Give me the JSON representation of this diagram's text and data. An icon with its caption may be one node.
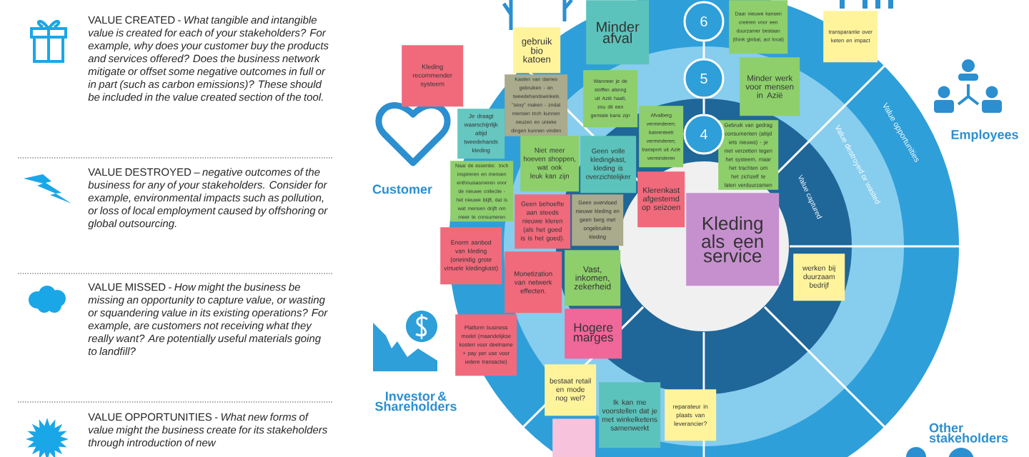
{
  "diagram": {
    "nodes": [
      {
        "text": [
          "Minder afval"
        ]
      },
      {
        "text": [
          "Daar nieuwe kansen creëren voor een duurzamer bestaan (think global, act local)"
        ]
      },
      {
        "text": [
          "transparantie over keten en impact"
        ]
      },
      {
        "text": [
          "6"
        ]
      },
      {
        "text": [
          "gebruik bio katoen"
        ]
      },
      {
        "text": [
          "Kleding recommender systeem"
        ]
      },
      {
        "text": [
          "Minder werk voor mensen in Azië"
        ]
      },
      {
        "text": [
          "Wanneer je de stoffen alsnog uit Azië haalt, zou dit een gemiste kans zijn"
        ]
      },
      {
        "text": [
          "5"
        ]
      },
      {
        "text": [
          "Kasten van dames gebruiken - en tweedehandswinkels \"sexy\" maken - zodat mensen toch kunnen neuzen en unieke dingen kunnen vinden"
        ]
      },
      {
        "text": [
          "Je draagt waarschijnlijk altijd tweedehands kleding"
        ]
      },
      {
        "text": [
          "Afvalberg verminderen; katoenteelt verminderen; transport uit Azië verminderen"
        ]
      },
      {
        "text": [
          "Gebruik van gedrag consumenten (altijd iets nieuws) - je niet verzetten tegen het systeem, maar het trachten om het zichzelf te laten verduurzamen"
        ]
      },
      {
        "text": [
          "4"
        ]
      },
      {
        "text": [
          "Niet meer hoeven shoppen, wat ook leuk kan zijn"
        ]
      },
      {
        "text": [
          "Geen volle kledingkast, kleding is overzichtelijker"
        ]
      },
      {
        "text": [
          "Naar de essentie: toch inspireren en mensen enthousiasmeren voor de nieuwe collectie - het nieuwe blijft, dat is wat mensen drijft om meer te consumeren"
        ]
      },
      {
        "text": [
          "Geen behoefte aan steeds nieuwe kleren (als het goed is is het goed)."
        ]
      },
      {
        "text": [
          "Klerenkast afgestemd op seizoen"
        ]
      },
      {
        "text": [
          "Kleding als een service"
        ]
      },
      {
        "text": [
          "Geen overvloed nieuwe kleding en geen berg met ongebruikte kleding"
        ]
      },
      {
        "text": [
          "Enorm aanbod van kleding (oneindig grote virtuele kledingkast)"
        ]
      },
      {
        "text": [
          "Vast, inkomen, zekerheid"
        ]
      },
      {
        "text": [
          "Monetization van netwerk effecten."
        ]
      },
      {
        "text": [
          "werken bij duurzaam bedrijf"
        ]
      },
      {
        "text": [
          "Hogere marges"
        ]
      },
      {
        "text": [
          "Platform business model (maandelijkse kosten voor deelname + pay per use voor iedere transactie)"
        ]
      },
      {
        "text": [
          "bestaat retail en mode nog wel?"
        ]
      },
      {
        "text": [
          "Ik kan me voorstellen dat je met winkelketens samenwerkt"
        ]
      },
      {
        "text": [
          "reparateur in plaats van leverancier?"
        ]
      },
      {
        "text": [],
        "shape": "box"
      }
    ],
    "edges": [
      {
        "from": 3,
        "to": 8,
        "arrow": "none"
      },
      {
        "from": 8,
        "to": 13,
        "arrow": "none"
      }
    ],
    "labels": [
      "VALUE CREATED - *What tangible and intangible value is created for each of your stakeholders? For example, why does your customer buy the products and services offered? Does the business network mitigate or offset some negative outcomes in full or in part (such as carbon emissions)? These should be included in the value created section of the tool.*",
      "VALUE DESTROYED – *negative outcomes of the business for any of your stakeholders. Consider for example, environmental impacts such as pollution, or loss of local employment caused by offshoring or global outsourcing.*",
      "VALUE MISSED - *How might the business be missing an opportunity to capture value, or wasting or squandering value in its existing operations? For example, are customers not receiving what they really want? Are potentially useful materials going to landfill?*",
      "VALUE OPPORTUNITIES - *What new forms of value might the business create for its stakeholders through introduction of new*",
      "Customer",
      "Employees",
      "Investor & Shareholders",
      "Other stakeholders",
      "Value opportunities",
      "Value destroyed or wasted",
      "Value captured"
    ]
  }
}
